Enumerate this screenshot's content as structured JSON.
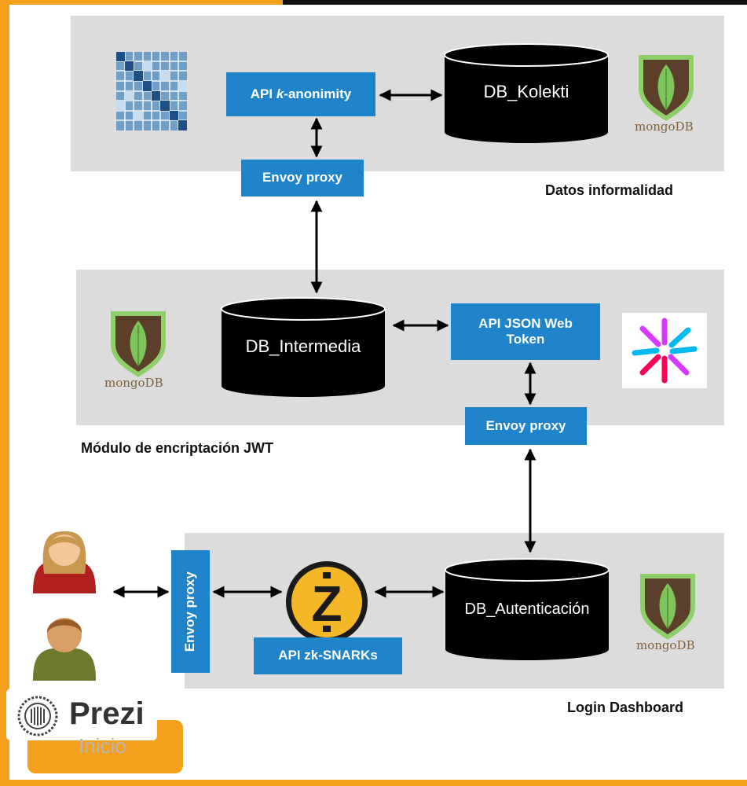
{
  "diagram": {
    "data_panel": {
      "caption": "Datos informalidad",
      "api_label": "API ",
      "api_label_k": "k",
      "api_label_rest": "-anonimity",
      "proxy_label": "Envoy proxy",
      "db_label": "DB_Kolekti",
      "mongo_label": "mongoDB"
    },
    "jwt_panel": {
      "caption": "Módulo de encriptación JWT",
      "db_label": "DB_Intermedia",
      "api_line1": "API JSON Web",
      "api_line2": "Token",
      "proxy_label": "Envoy proxy",
      "mongo_label": "mongoDB"
    },
    "login_panel": {
      "caption": "Login Dashboard",
      "proxy_label": "Envoy proxy",
      "api_label": "API zk-SNARKs",
      "db_label": "DB_Autenticación",
      "mongo_label": "mongoDB"
    }
  },
  "prezi": {
    "brand": "Prezi",
    "subtitle": "Inicio"
  },
  "colors": {
    "frame": "#f5a01c",
    "panel": "#dcdcdc",
    "box": "#1f83c9",
    "db": "#000000"
  }
}
